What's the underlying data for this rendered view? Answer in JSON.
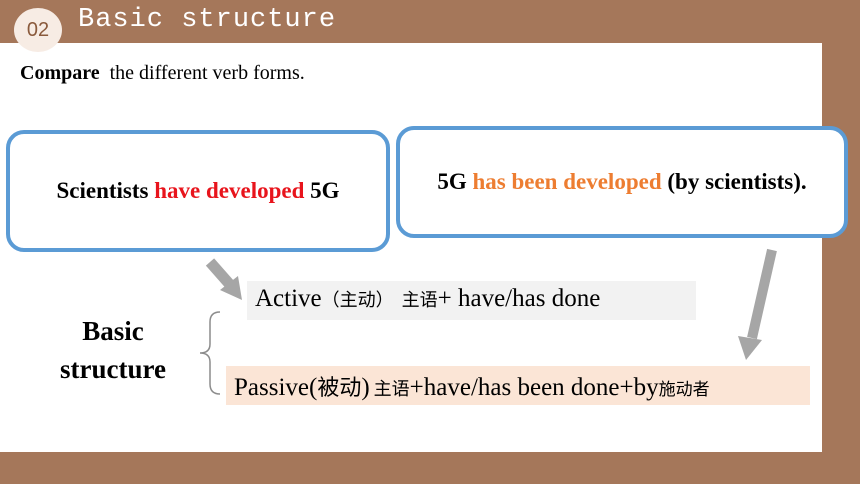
{
  "header": {
    "number": "02",
    "title": "Basic structure"
  },
  "intro": {
    "bold_part": "Compare",
    "rest": "  the different verb forms."
  },
  "example_active": {
    "subject": "Scientists ",
    "verb": "have developed",
    "object": " 5G"
  },
  "example_passive": {
    "subject": "5G ",
    "verb": "has been developed",
    "agent": " (by scientists)."
  },
  "basic_label": {
    "line1": "Basic",
    "line2": "structure"
  },
  "structure_active": {
    "label": "Active",
    "paren": "（主动）",
    "subject": "主语",
    "formula": "+ have/has done"
  },
  "structure_passive": {
    "label": "Passive(",
    "paren": "被动",
    "close": ")",
    "subject": "主语",
    "formula": "+have/has been done+by",
    "agent": "施动者"
  },
  "colors": {
    "brown": "#a5775a",
    "box_border": "#5b9bd5",
    "highlight_red": "#e8141c",
    "highlight_orange": "#ed7d31",
    "arrow_gray": "#a6a6a6"
  }
}
